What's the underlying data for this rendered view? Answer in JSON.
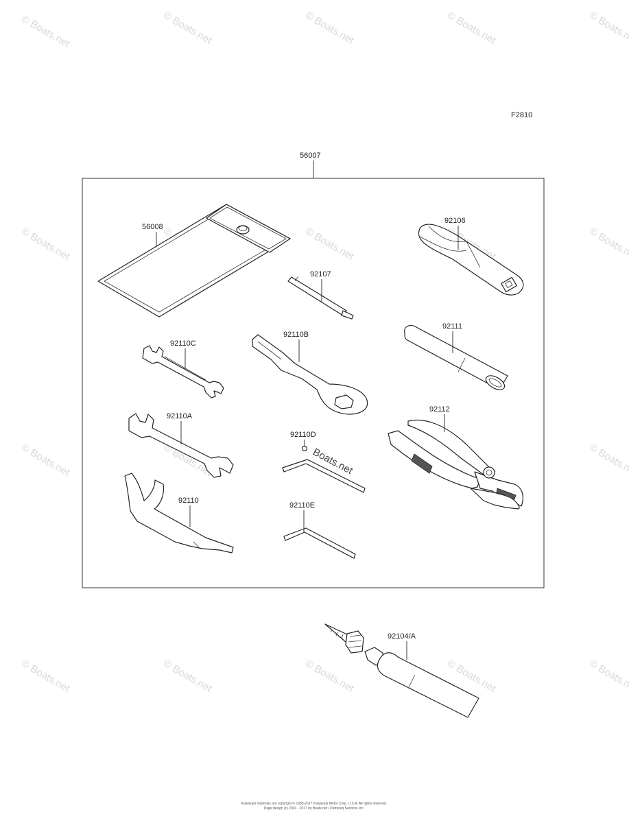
{
  "figure_code": "F2810",
  "kit_label": "56007",
  "parts": {
    "p56008": "56008",
    "p92106": "92106",
    "p92107": "92107",
    "p92111": "92111",
    "p92110C": "92110C",
    "p92110B": "92110B",
    "p92112": "92112",
    "p92110A": "92110A",
    "p92110D": "92110D",
    "p92110": "92110",
    "p92110E": "92110E",
    "p92104A": "92104/A"
  },
  "watermark": "© Boats.net",
  "inline_watermark": "Boats.net",
  "footer": {
    "line1": "Kawasaki materials are copyright © 1985-2017 Kawasaki Motor Corp. U.S.A. All rights reserved.",
    "line2": "Page design (c) 2001 - 2017 by Boats.net / Partsouq Services Inc."
  }
}
